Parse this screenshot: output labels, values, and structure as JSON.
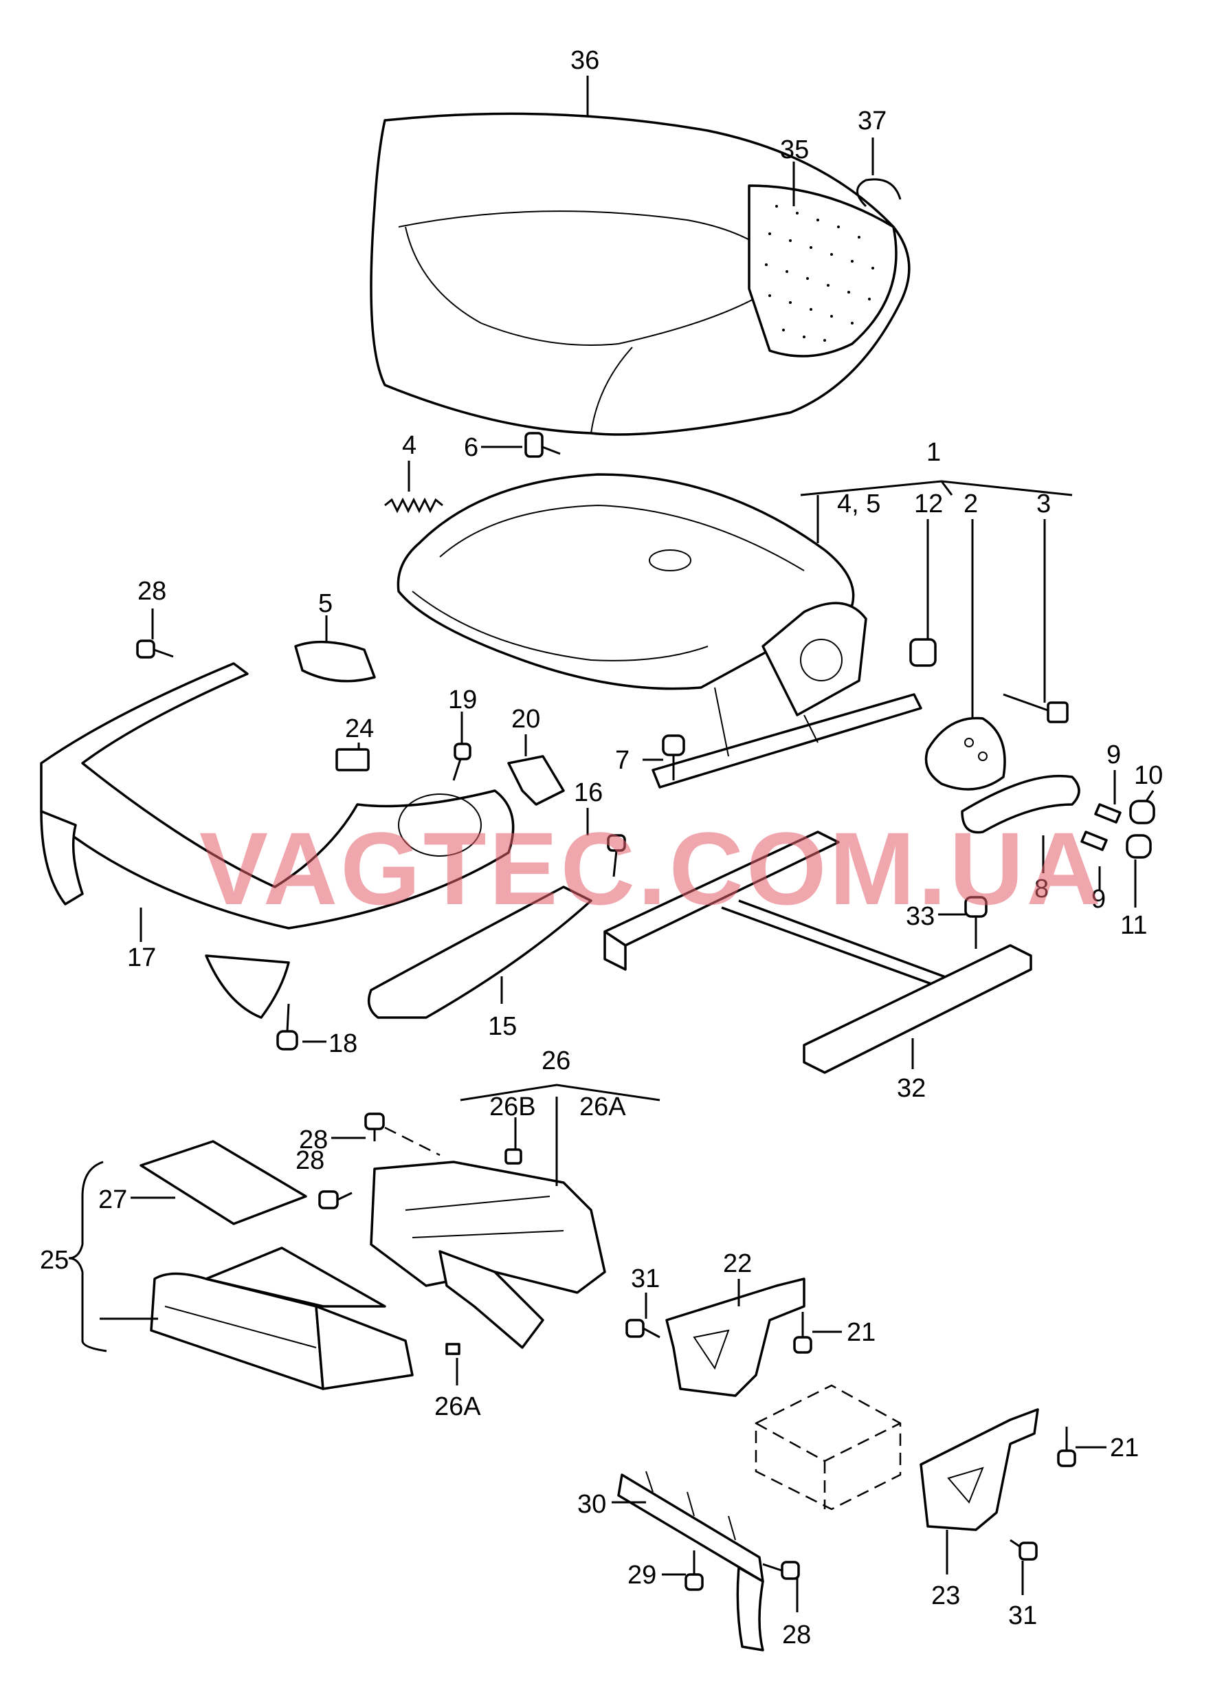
{
  "watermark": "VAGTEC.COM.UA",
  "labels": {
    "l36": "36",
    "l37": "37",
    "l35": "35",
    "l4": "4",
    "l6": "6",
    "l1": "1",
    "l45": "4, 5",
    "l12": "12",
    "l2": "2",
    "l3": "3",
    "l28a": "28",
    "l5": "5",
    "l19": "19",
    "l20": "20",
    "l24": "24",
    "l7": "7",
    "l16": "16",
    "l9a": "9",
    "l10": "10",
    "l8": "8",
    "l9b": "9",
    "l11": "11",
    "l33": "33",
    "l17": "17",
    "l15": "15",
    "l18": "18",
    "l32": "32",
    "l26": "26",
    "l26b": "26B",
    "l26a": "26A",
    "l28b": "28",
    "l28c": "28",
    "l27": "27",
    "l25": "25",
    "l26a2": "26A",
    "l31a": "31",
    "l22": "22",
    "l21a": "21",
    "l21b": "21",
    "l30": "30",
    "l29": "29",
    "l28d": "28",
    "l23": "23",
    "l31b": "31"
  }
}
